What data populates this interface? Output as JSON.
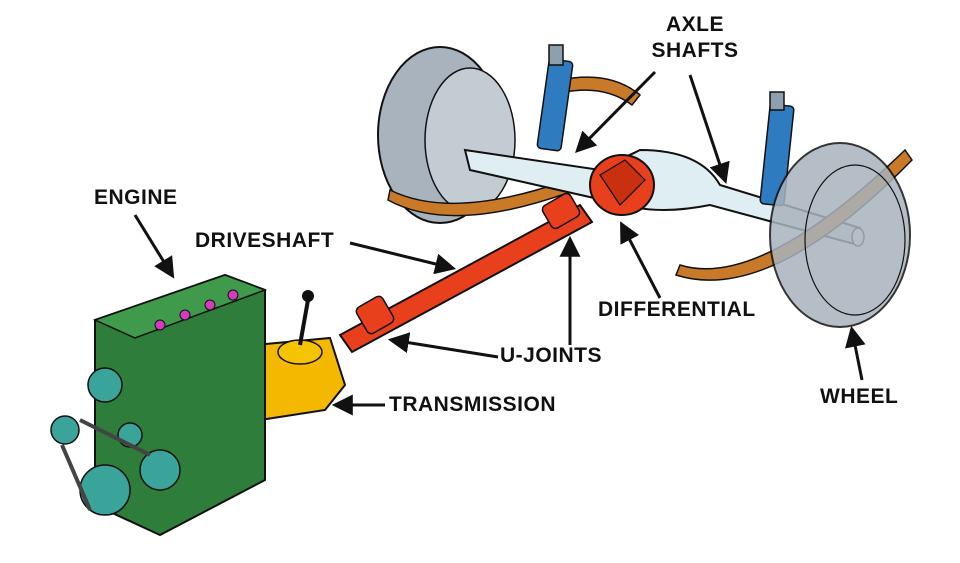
{
  "title": "Drivetrain components diagram",
  "labels": {
    "axle_shafts_line1": "AXLE",
    "axle_shafts_line2": "SHAFTS",
    "engine": "ENGINE",
    "driveshaft": "DRIVESHAFT",
    "differential": "DIFFERENTIAL",
    "u_joints": "U-JOINTS",
    "transmission": "TRANSMISSION",
    "wheel": "WHEEL"
  },
  "colors": {
    "engine": "#2e7d3a",
    "pulley": "#3aa39a",
    "transmission": "#f5b800",
    "driveshaft": "#e8401c",
    "axle": "#dfeef2",
    "wheel": "#a9b3bd",
    "spring": "#c97a28",
    "shock": "#2e7bbf",
    "engine_plug": "#d63ac0"
  }
}
